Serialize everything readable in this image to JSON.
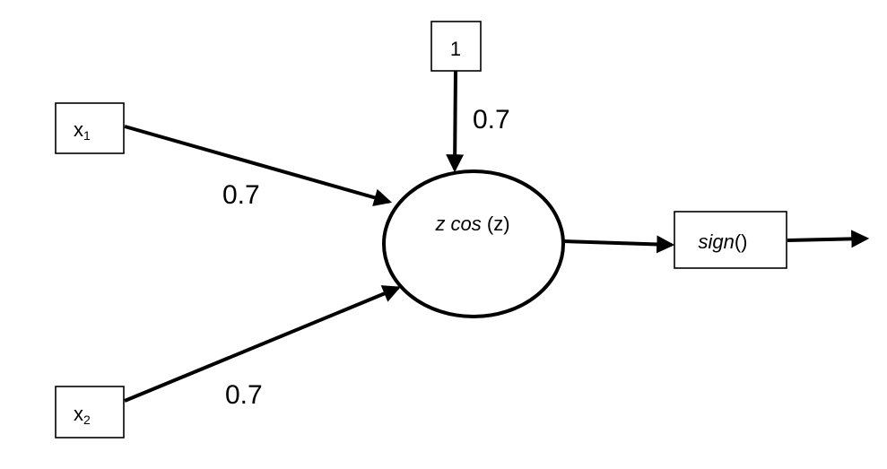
{
  "diagram": {
    "inputs": [
      {
        "base": "x",
        "subscript": "1"
      },
      {
        "base": "x",
        "subscript": "2"
      }
    ],
    "bias": {
      "label": "1"
    },
    "neuron": {
      "expr_italic": "z cos",
      "expr_rest": " (z)"
    },
    "activation": {
      "italic": "sign",
      "rest": "()"
    },
    "weights": {
      "bias": "0.7",
      "x1": "0.7",
      "x2": "0.7"
    },
    "colors": {
      "stroke": "#000000",
      "background": "#ffffff"
    }
  }
}
